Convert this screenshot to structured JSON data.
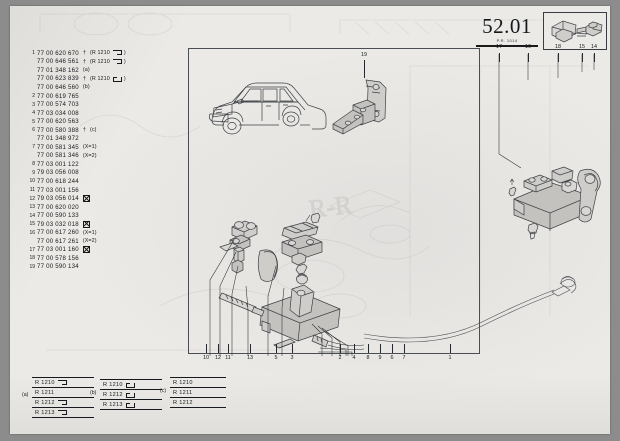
{
  "document": {
    "section_number": "52.01",
    "section_subtitle": "P.R. 1014",
    "sheet_label": "parts-catalogue-page"
  },
  "parts_list": [
    {
      "index": "1",
      "number": "77 00 620 670",
      "dagger": "†",
      "note": "(R 1210",
      "glyph": "connector-flag-right",
      "note_end": ")"
    },
    {
      "index": "",
      "number": "77 00 646 561",
      "dagger": "†",
      "note": "(R 1210",
      "glyph": "connector-flag-right",
      "note_end": ")"
    },
    {
      "index": "",
      "number": "77 01 348 162",
      "dagger": "",
      "note": "(a)",
      "glyph": "",
      "note_end": ""
    },
    {
      "index": "",
      "number": "77 00 623 839",
      "dagger": "†",
      "note": "(R 1210",
      "glyph": "connector-flag-left",
      "note_end": ")"
    },
    {
      "index": "",
      "number": "77 00 646 560",
      "dagger": "",
      "note": "(b)",
      "glyph": "",
      "note_end": ""
    },
    {
      "index": "2",
      "number": "77 00 619 765",
      "dagger": "",
      "note": "",
      "glyph": "",
      "note_end": ""
    },
    {
      "index": "3",
      "number": "77 00 574 703",
      "dagger": "",
      "note": "",
      "glyph": "",
      "note_end": ""
    },
    {
      "index": "4",
      "number": "77 03 034 008",
      "dagger": "",
      "note": "",
      "glyph": "",
      "note_end": ""
    },
    {
      "index": "5",
      "number": "77 00 620 563",
      "dagger": "",
      "note": "",
      "glyph": "",
      "note_end": ""
    },
    {
      "index": "6",
      "number": "77 00 580 388",
      "dagger": "†",
      "note": "(c)",
      "glyph": "",
      "note_end": ""
    },
    {
      "index": "",
      "number": "77 01 348 972",
      "dagger": "",
      "note": "",
      "glyph": "",
      "note_end": ""
    },
    {
      "index": "7",
      "number": "77 00 581 345",
      "dagger": "",
      "note": "(X=1)",
      "glyph": "",
      "note_end": ""
    },
    {
      "index": "",
      "number": "77 00 581 346",
      "dagger": "",
      "note": "(X=2)",
      "glyph": "",
      "note_end": ""
    },
    {
      "index": "8",
      "number": "77 03 001 122",
      "dagger": "",
      "note": "",
      "glyph": "",
      "note_end": ""
    },
    {
      "index": "9",
      "number": "79 03 056 008",
      "dagger": "",
      "note": "",
      "glyph": "",
      "note_end": ""
    },
    {
      "index": "10",
      "number": "77 00 618 244",
      "dagger": "",
      "note": "",
      "glyph": "",
      "note_end": ""
    },
    {
      "index": "11",
      "number": "77 03 001 156",
      "dagger": "",
      "note": "",
      "glyph": "",
      "note_end": ""
    },
    {
      "index": "12",
      "number": "79 03 056 014",
      "dagger": "",
      "note": "",
      "glyph": "boxed-x",
      "note_end": ""
    },
    {
      "index": "13",
      "number": "77 00 620 020",
      "dagger": "",
      "note": "",
      "glyph": "",
      "note_end": ""
    },
    {
      "index": "14",
      "number": "77 00 590 133",
      "dagger": "",
      "note": "",
      "glyph": "",
      "note_end": ""
    },
    {
      "index": "15",
      "number": "79 03 032 018",
      "dagger": "",
      "note": "",
      "glyph": "boxed-x",
      "note_end": ""
    },
    {
      "index": "16",
      "number": "77 00 617 260",
      "dagger": "",
      "note": "(X=1)",
      "glyph": "",
      "note_end": ""
    },
    {
      "index": "",
      "number": "77 00 617 261",
      "dagger": "",
      "note": "(X=2)",
      "glyph": "",
      "note_end": ""
    },
    {
      "index": "17",
      "number": "77 03 001 160",
      "dagger": "",
      "note": "",
      "glyph": "boxed-x",
      "note_end": ""
    },
    {
      "index": "18",
      "number": "77 00 578 156",
      "dagger": "",
      "note": "",
      "glyph": "",
      "note_end": ""
    },
    {
      "index": "19",
      "number": "77 00 590 134",
      "dagger": "",
      "note": "",
      "glyph": "",
      "note_end": ""
    }
  ],
  "callouts": {
    "main_bottom": [
      "10",
      "12",
      "11",
      "13",
      "5",
      "3",
      "2",
      "4",
      "8",
      "9",
      "6",
      "7",
      "1"
    ],
    "main_top": [
      "19"
    ],
    "right_top": [
      "17",
      "16",
      "18",
      "15",
      "14"
    ]
  },
  "legends": [
    {
      "group": "(a)",
      "rows": [
        {
          "code": "R 1210",
          "glyph": "connector-flag-right"
        },
        {
          "code": "R 1211",
          "glyph": ""
        },
        {
          "code": "R 1212",
          "glyph": "connector-flag-right"
        },
        {
          "code": "R 1213",
          "glyph": "connector-flag-right"
        }
      ]
    },
    {
      "group": "(b)",
      "rows": [
        {
          "code": "R 1210",
          "glyph": "connector-flag-left"
        },
        {
          "code": "R 1212",
          "glyph": "connector-flag-left"
        },
        {
          "code": "R 1213",
          "glyph": "connector-flag-left"
        }
      ]
    },
    {
      "group": "(c)",
      "rows": [
        {
          "code": "R 1210",
          "glyph": ""
        },
        {
          "code": "R 1211",
          "glyph": ""
        },
        {
          "code": "R 1212",
          "glyph": ""
        }
      ]
    }
  ],
  "colors": {
    "page": "#eceae6",
    "backdrop": "#8c8c8c",
    "ink": "#16191d",
    "line": "#3d4046"
  }
}
